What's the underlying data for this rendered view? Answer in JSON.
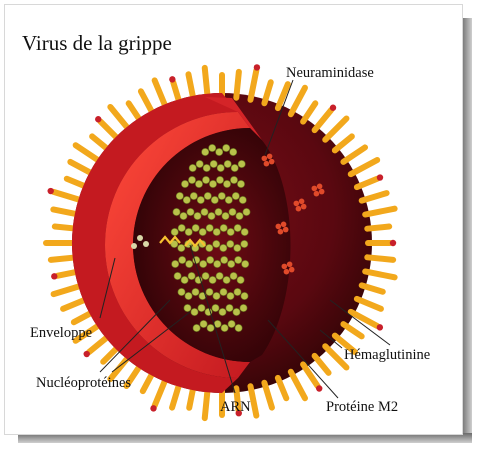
{
  "title": "Virus de la grippe",
  "labels": {
    "neuraminidase": "Neuraminidase",
    "enveloppe": "Enveloppe",
    "hemagglutinine": "Hémaglutinine",
    "nucleoproteines": "Nucléoprotéines",
    "arn": "ARN",
    "proteine_m2": "Protéine M2"
  },
  "colors": {
    "envelope": "#b0141e",
    "inner_wall": "#e0282a",
    "core": "#5a0a10",
    "spike": "#f2a81c",
    "nucleoprotein": "#b9c24a"
  }
}
